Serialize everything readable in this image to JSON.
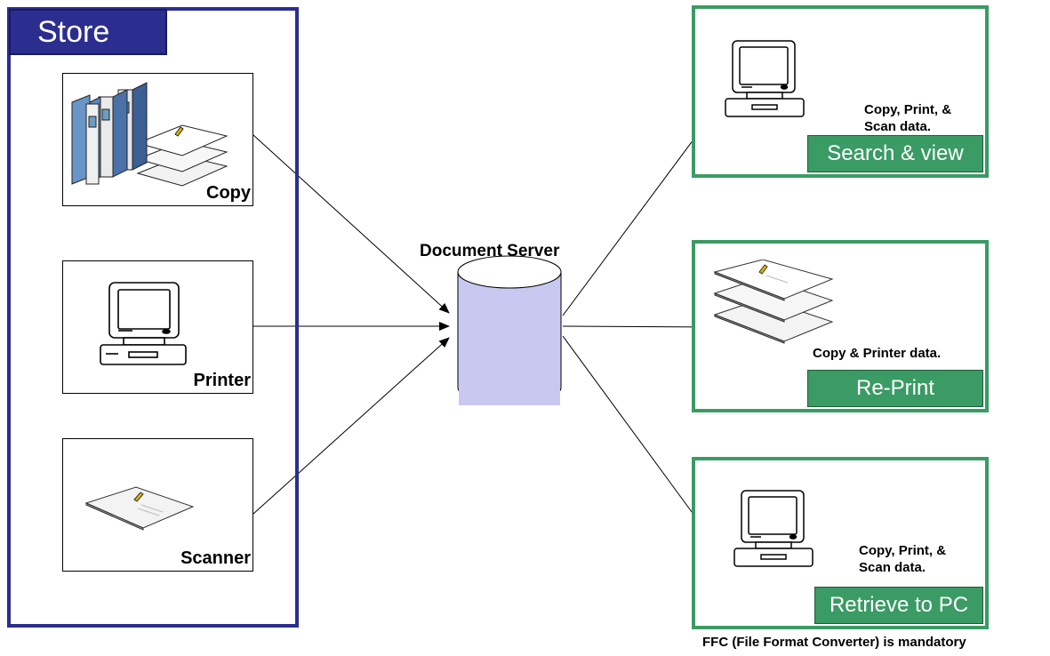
{
  "store": {
    "title": "Store",
    "sources": [
      {
        "label": "Copy",
        "icon": "binders-and-documents-icon"
      },
      {
        "label": "Printer",
        "icon": "computer-icon"
      },
      {
        "label": "Scanner",
        "icon": "document-icon"
      }
    ]
  },
  "server": {
    "label": "Document Server",
    "icon": "database-cylinder-icon"
  },
  "outputs": [
    {
      "button": "Search & view",
      "note_lines": [
        "Copy, Print, &",
        "Scan data."
      ],
      "icon": "computer-icon"
    },
    {
      "button": "Re-Print",
      "note_lines": [
        "Copy & Printer data."
      ],
      "icon": "stacked-documents-icon"
    },
    {
      "button": "Retrieve to PC",
      "note_lines": [
        "Copy, Print, &",
        "Scan data."
      ],
      "icon": "computer-icon"
    }
  ],
  "footer_note": "FFC (File Format Converter) is mandatory",
  "colors": {
    "store": "#2b2e8f",
    "output": "#3a9b64",
    "server": "#c8c8f0"
  }
}
